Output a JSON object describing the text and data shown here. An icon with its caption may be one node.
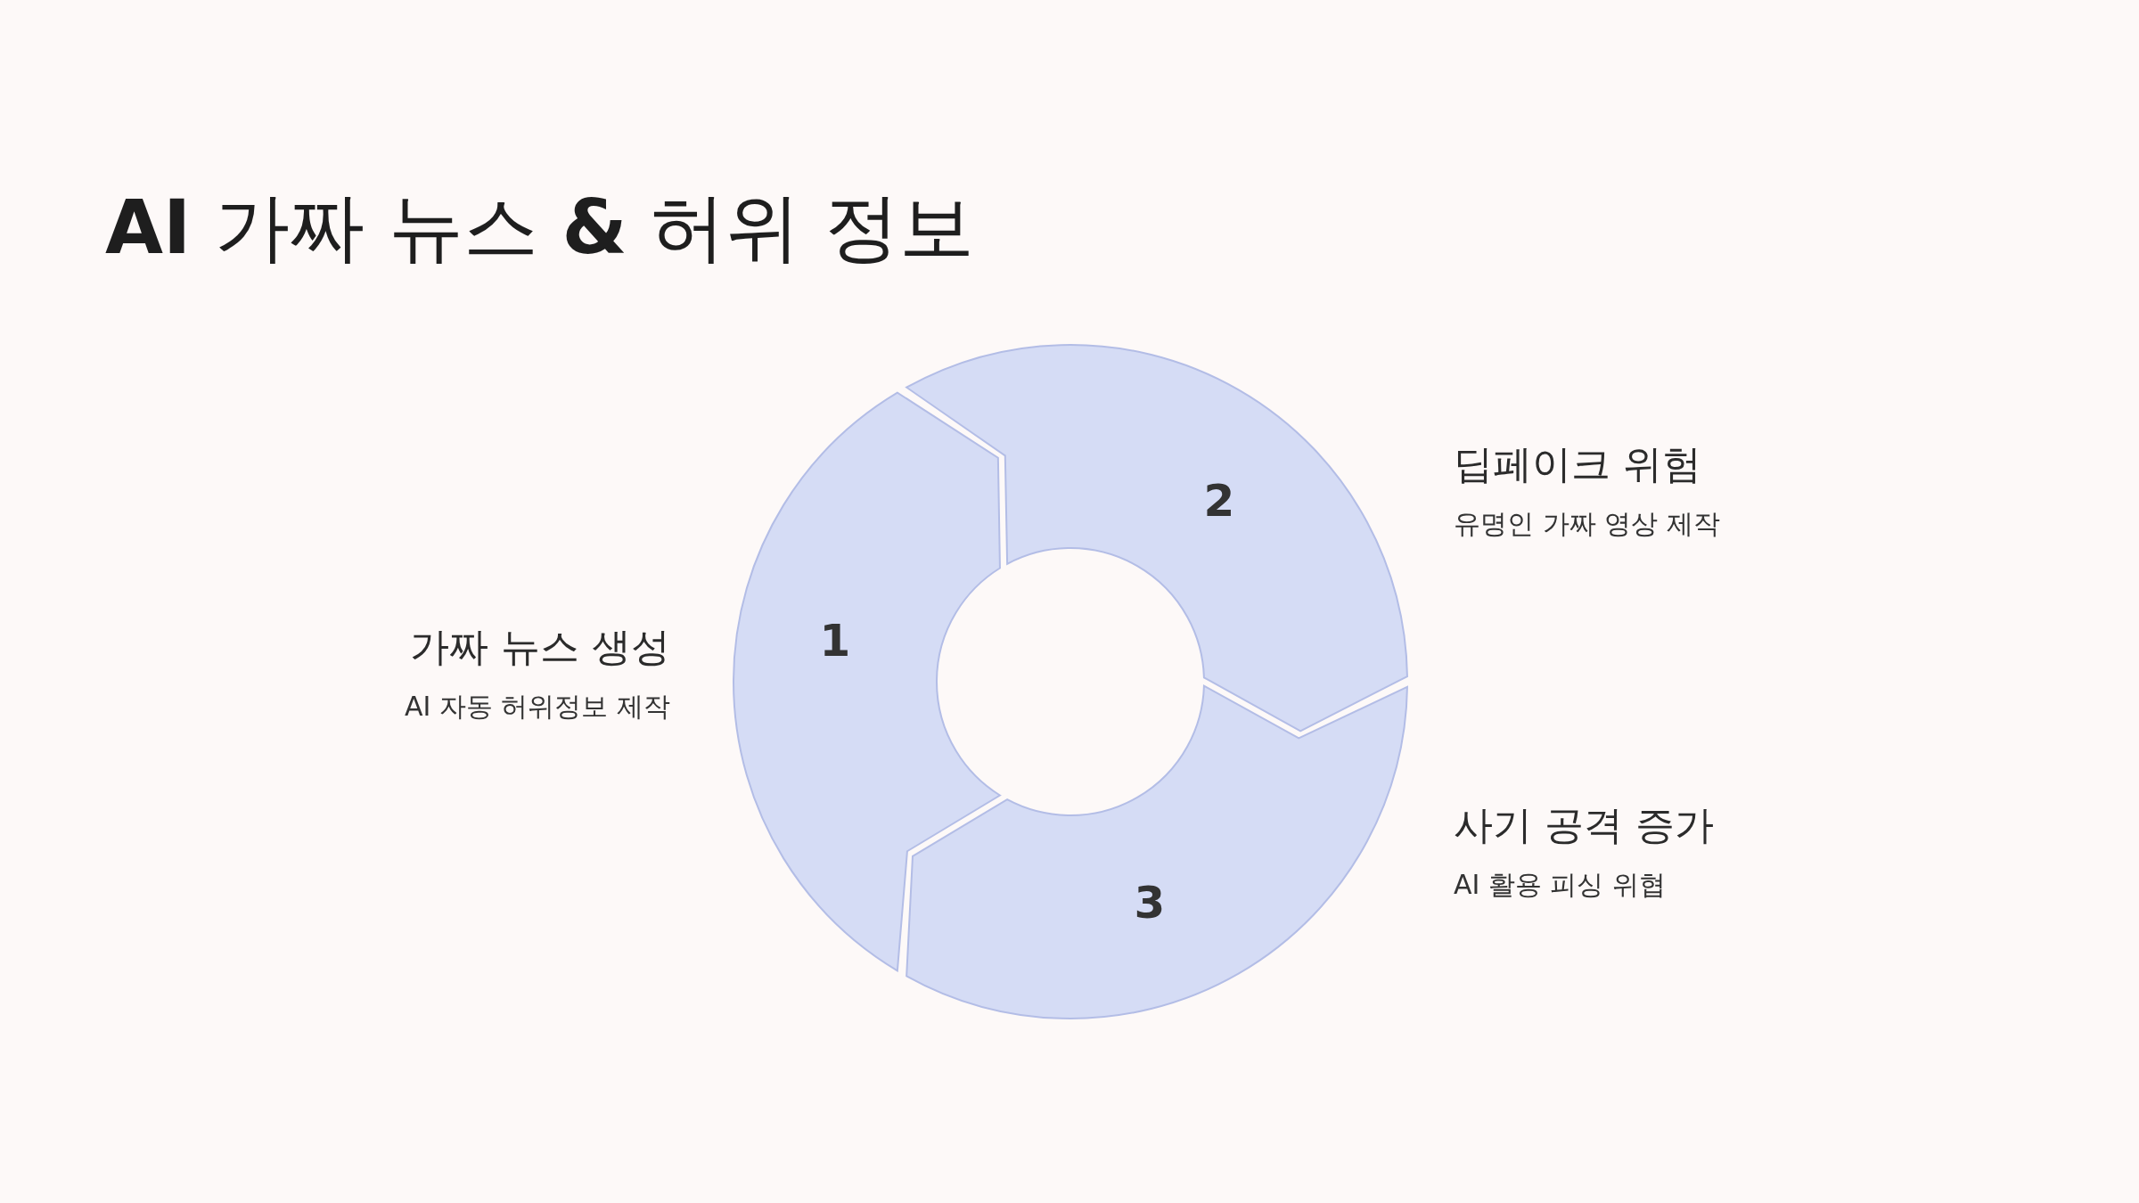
{
  "diagram": {
    "title": "**AI** 가짜 뉴스 **&** 허위 정보",
    "nodes": [
      {
        "text": [
          "1"
        ],
        "beside": [
          "가짜 뉴스 생성",
          "AI 자동 허위정보 제작"
        ]
      },
      {
        "text": [
          "2"
        ],
        "beside": [
          "딥페이크 위험",
          "유명인 가짜 영상 제작"
        ]
      },
      {
        "text": [
          "3"
        ],
        "beside": [
          "사기 공격 증가",
          "AI 활용 피싱 위협"
        ]
      }
    ]
  }
}
